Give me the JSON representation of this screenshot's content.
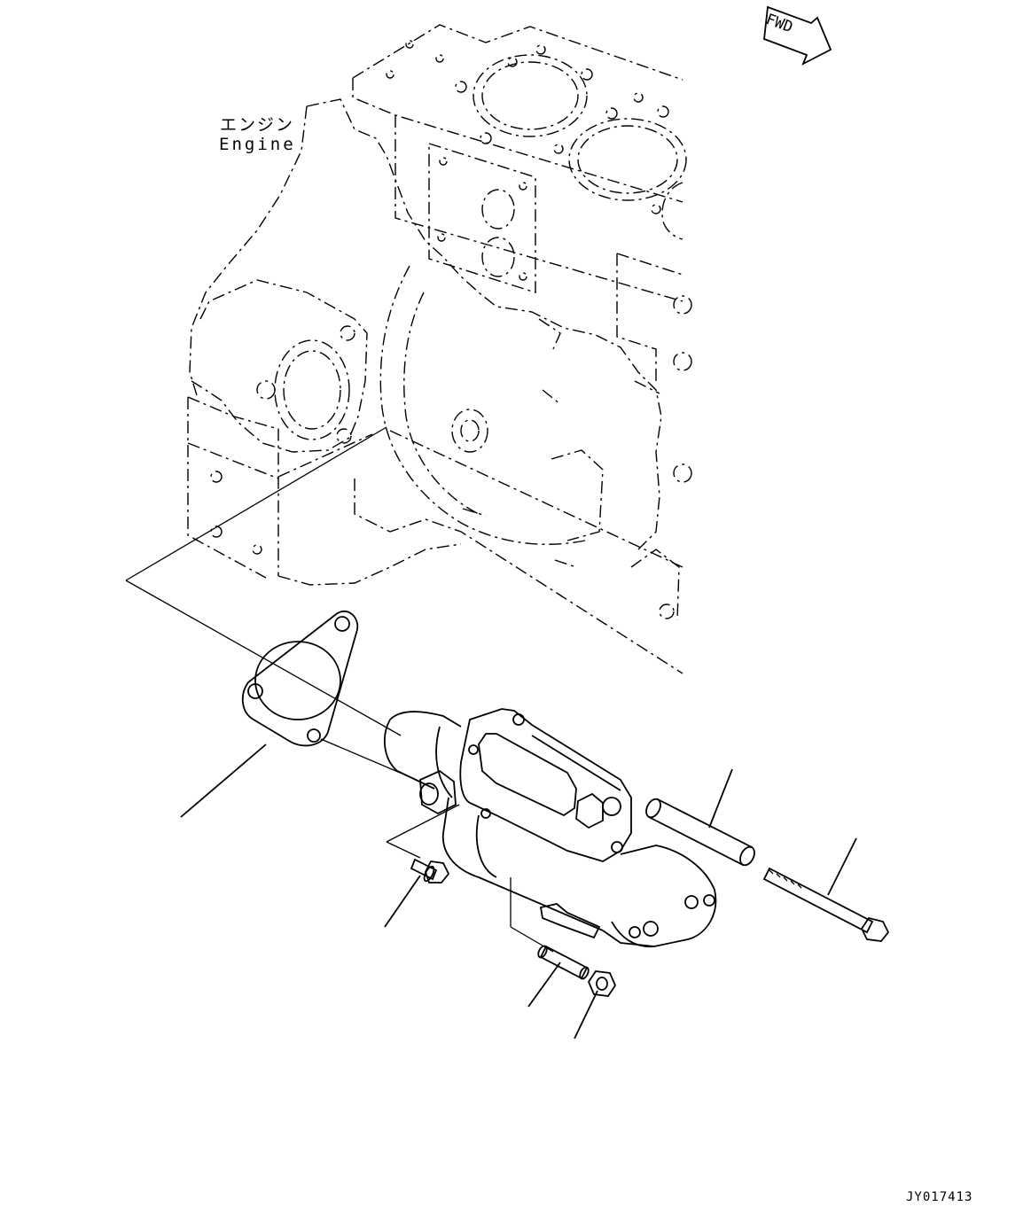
{
  "labels": {
    "engine_jp": "エンジン",
    "engine_en": "Engine",
    "fwd": "FWD",
    "drawing_number": "JY017413"
  },
  "colors": {
    "line": "#000000",
    "background": "#ffffff"
  }
}
